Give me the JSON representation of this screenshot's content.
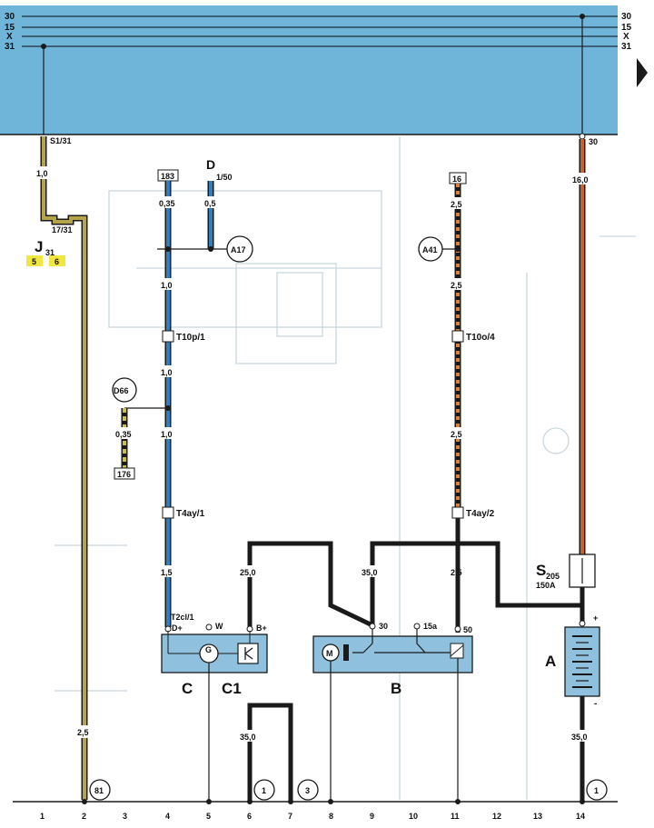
{
  "bus": {
    "labels": [
      "30",
      "15",
      "X",
      "31"
    ],
    "connections": {
      "s1": "S1/31",
      "s30": "30"
    }
  },
  "wires": {
    "w1": "1,0",
    "w2": "2,5",
    "w4a": "0,35",
    "w4b": "1,0",
    "w4c": "1,0",
    "w4d": "1,0",
    "w4e": "1,5",
    "w_d": "0,5",
    "w_d66": "0,35",
    "w6a": "25,0",
    "w6b": "35,0",
    "w9": "35,0",
    "w11a": "2,5",
    "w11b": "2,5",
    "w11c": "2,5",
    "w11d": "2,5",
    "w14a": "16,0",
    "w14b": "35,0"
  },
  "refs": {
    "r183": "183",
    "r176": "176",
    "r16": "16",
    "d_letter": "D",
    "d_pin": "1/50",
    "a17": "A17",
    "a41": "A41",
    "d66": "D66",
    "g81": "81",
    "g1a": "1",
    "g3": "3",
    "g1b": "1"
  },
  "connectors": {
    "t10p": "T10p/1",
    "t10o": "T10o/4",
    "t4ay1": "T4ay/1",
    "t4ay2": "T4ay/2",
    "t2cl": "T2cl/1"
  },
  "j31": {
    "pin": "17/31",
    "name": "J",
    "sub": "31",
    "tag_a": "5",
    "tag_b": "6"
  },
  "components": {
    "C": "C",
    "C1": "C1",
    "B": "B",
    "A": "A",
    "c_pin_dplus": "D+",
    "c_pin_w": "W",
    "c_pin_bplus": "B+",
    "c_g": "G",
    "b_pin_30": "30",
    "b_pin_15a": "15a",
    "b_pin_50": "50",
    "b_m": "M",
    "fuse_name": "S",
    "fuse_sub": "205",
    "fuse_rating": "150A",
    "bat_plus": "+",
    "bat_minus": "-"
  },
  "tracks": [
    "1",
    "2",
    "3",
    "4",
    "5",
    "6",
    "7",
    "8",
    "9",
    "10",
    "11",
    "12",
    "13",
    "14"
  ],
  "colors": {
    "bus_fill": "#6fb5d9",
    "blue_wire": "#2f7fc1",
    "orange_wire": "#c8642a",
    "olive_wire": "#b5a54a",
    "wire_black": "#1a1a1a",
    "box_fill": "#8fc1de",
    "tag_yellow": "#f2e640",
    "ghost_lines": "#9fb7c6"
  }
}
